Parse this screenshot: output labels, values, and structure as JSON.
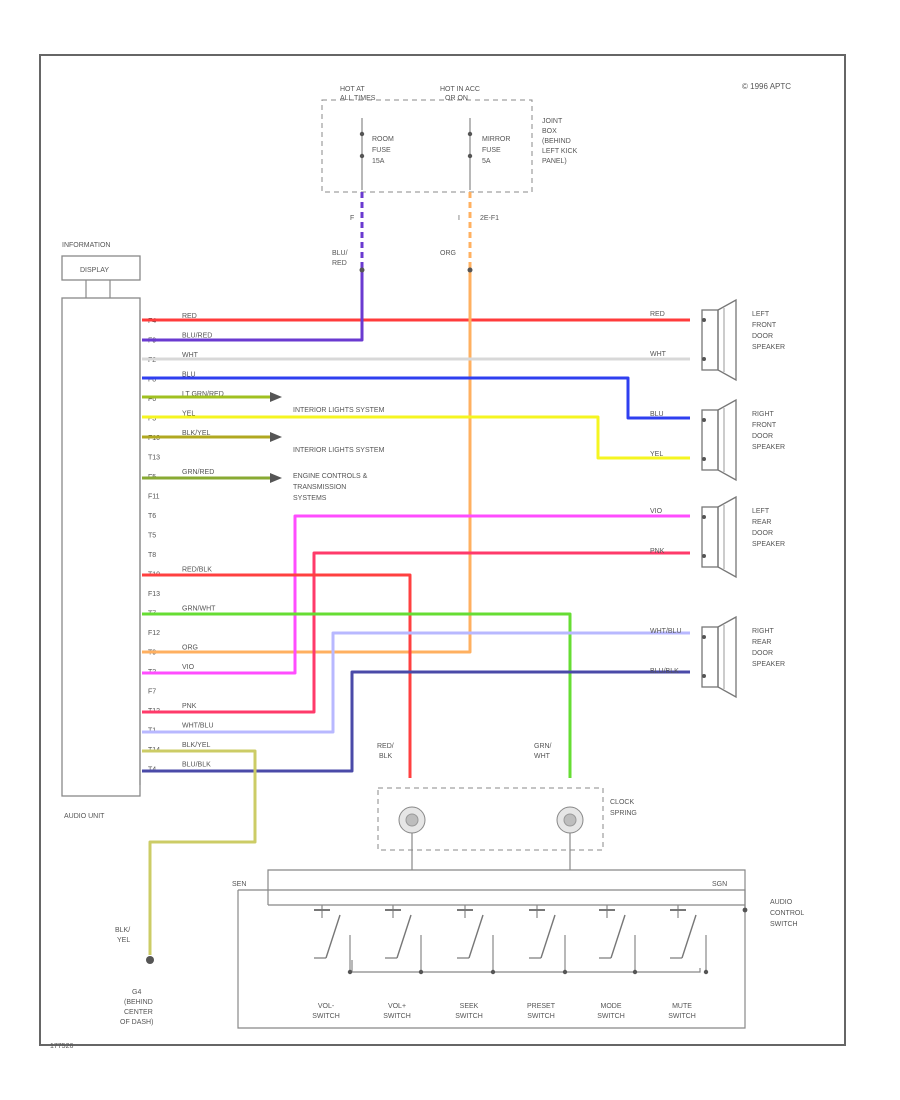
{
  "copyright": "© 1996 APTC",
  "diagram_id": "177526",
  "power": {
    "hot_at_all_times": "HOT AT ALL TIMES",
    "hot_in_acc": "HOT IN ACC OR ON",
    "room_fuse": [
      "ROOM",
      "FUSE",
      "15A"
    ],
    "mirror_fuse": [
      "MIRROR",
      "FUSE",
      "5A"
    ],
    "junction_box": [
      "JOINT",
      "BOX",
      "(BEHIND",
      "LEFT KICK",
      "PANEL)"
    ],
    "pin_left": "F",
    "pin_right": "I",
    "connector_right": "2E-F1",
    "wire_left": [
      "BLU/",
      "RED"
    ],
    "wire_right": "ORG"
  },
  "info_display": [
    "INFORMATION",
    "DISPLAY"
  ],
  "audio_unit": "AUDIO UNIT",
  "pins": [
    {
      "pin": "F4",
      "wire": "RED"
    },
    {
      "pin": "F9",
      "wire": "BLU/RED"
    },
    {
      "pin": "F2",
      "wire": "WHT"
    },
    {
      "pin": "F8",
      "wire": "BLU"
    },
    {
      "pin": "F6",
      "wire": "LT GRN/RED"
    },
    {
      "pin": "F3",
      "wire": "YEL"
    },
    {
      "pin": "F10",
      "wire": "BLK/YEL"
    },
    {
      "pin": "T13",
      "wire": ""
    },
    {
      "pin": "F5",
      "wire": "GRN/RED"
    },
    {
      "pin": "F11",
      "wire": ""
    },
    {
      "pin": "T6",
      "wire": ""
    },
    {
      "pin": "T5",
      "wire": ""
    },
    {
      "pin": "T8",
      "wire": ""
    },
    {
      "pin": "T10",
      "wire": "RED/BLK"
    },
    {
      "pin": "F13",
      "wire": ""
    },
    {
      "pin": "T7",
      "wire": "GRN/WHT"
    },
    {
      "pin": "F12",
      "wire": ""
    },
    {
      "pin": "T9",
      "wire": "ORG"
    },
    {
      "pin": "T2",
      "wire": "VIO"
    },
    {
      "pin": "F7",
      "wire": ""
    },
    {
      "pin": "T12",
      "wire": "PNK"
    },
    {
      "pin": "T1",
      "wire": "WHT/BLU"
    },
    {
      "pin": "T14",
      "wire": "BLK/YEL"
    },
    {
      "pin": "T4",
      "wire": "BLU/BLK"
    }
  ],
  "systems": {
    "interior_lights_1": "INTERIOR LIGHTS SYSTEM",
    "interior_lights_2": "INTERIOR LIGHTS SYSTEM",
    "engine_controls": [
      "ENGINE CONTROLS &",
      "TRANSMISSION",
      "SYSTEMS"
    ]
  },
  "speakers": [
    {
      "name": [
        "LEFT",
        "FRONT",
        "DOOR",
        "SPEAKER"
      ],
      "wire_top": "RED",
      "wire_bottom": "WHT"
    },
    {
      "name": [
        "RIGHT",
        "FRONT",
        "DOOR",
        "SPEAKER"
      ],
      "wire_top": "BLU",
      "wire_bottom": "YEL"
    },
    {
      "name": [
        "LEFT",
        "REAR",
        "DOOR",
        "SPEAKER"
      ],
      "wire_top": "VIO",
      "wire_bottom": "PNK"
    },
    {
      "name": [
        "RIGHT",
        "REAR",
        "DOOR",
        "SPEAKER"
      ],
      "wire_top": "WHT/BLU",
      "wire_bottom": "BLU/BLK"
    }
  ],
  "clock_spring": {
    "label": [
      "CLOCK",
      "SPRING"
    ],
    "wire_left": [
      "RED/",
      "BLK"
    ],
    "wire_right": [
      "GRN/",
      "WHT"
    ]
  },
  "audio_control": {
    "label": [
      "AUDIO",
      "CONTROL",
      "SWITCH"
    ],
    "terminal_left": "SEN",
    "terminal_right": "SGN",
    "switches": [
      [
        "VOL-",
        "SWITCH"
      ],
      [
        "VOL+",
        "SWITCH"
      ],
      [
        "SEEK",
        "SWITCH"
      ],
      [
        "PRESET",
        "SWITCH"
      ],
      [
        "MODE",
        "SWITCH"
      ],
      [
        "MUTE",
        "SWITCH"
      ]
    ]
  },
  "ground": {
    "wire": [
      "BLK/",
      "YEL"
    ],
    "label": [
      "G4",
      "(BEHIND",
      "CENTER",
      "OF DASH)"
    ]
  },
  "colors": {
    "red": "#ff3b3b",
    "blu_red": "#6a3ad0",
    "blu": "#2f3ff0",
    "yel": "#f5f520",
    "org": "#ffb060",
    "vio": "#ff4dff",
    "pnk": "#ff3a6a",
    "red_blk": "#ff4040",
    "grn_wht": "#66dd33",
    "wht_blu": "#b8b8ff",
    "blu_blk": "#4a4aa8",
    "blk_yel": "#cccc66",
    "wht": "#d8d8d8",
    "lt_grn_red": "#a0c020",
    "grn_red": "#88aa33"
  }
}
